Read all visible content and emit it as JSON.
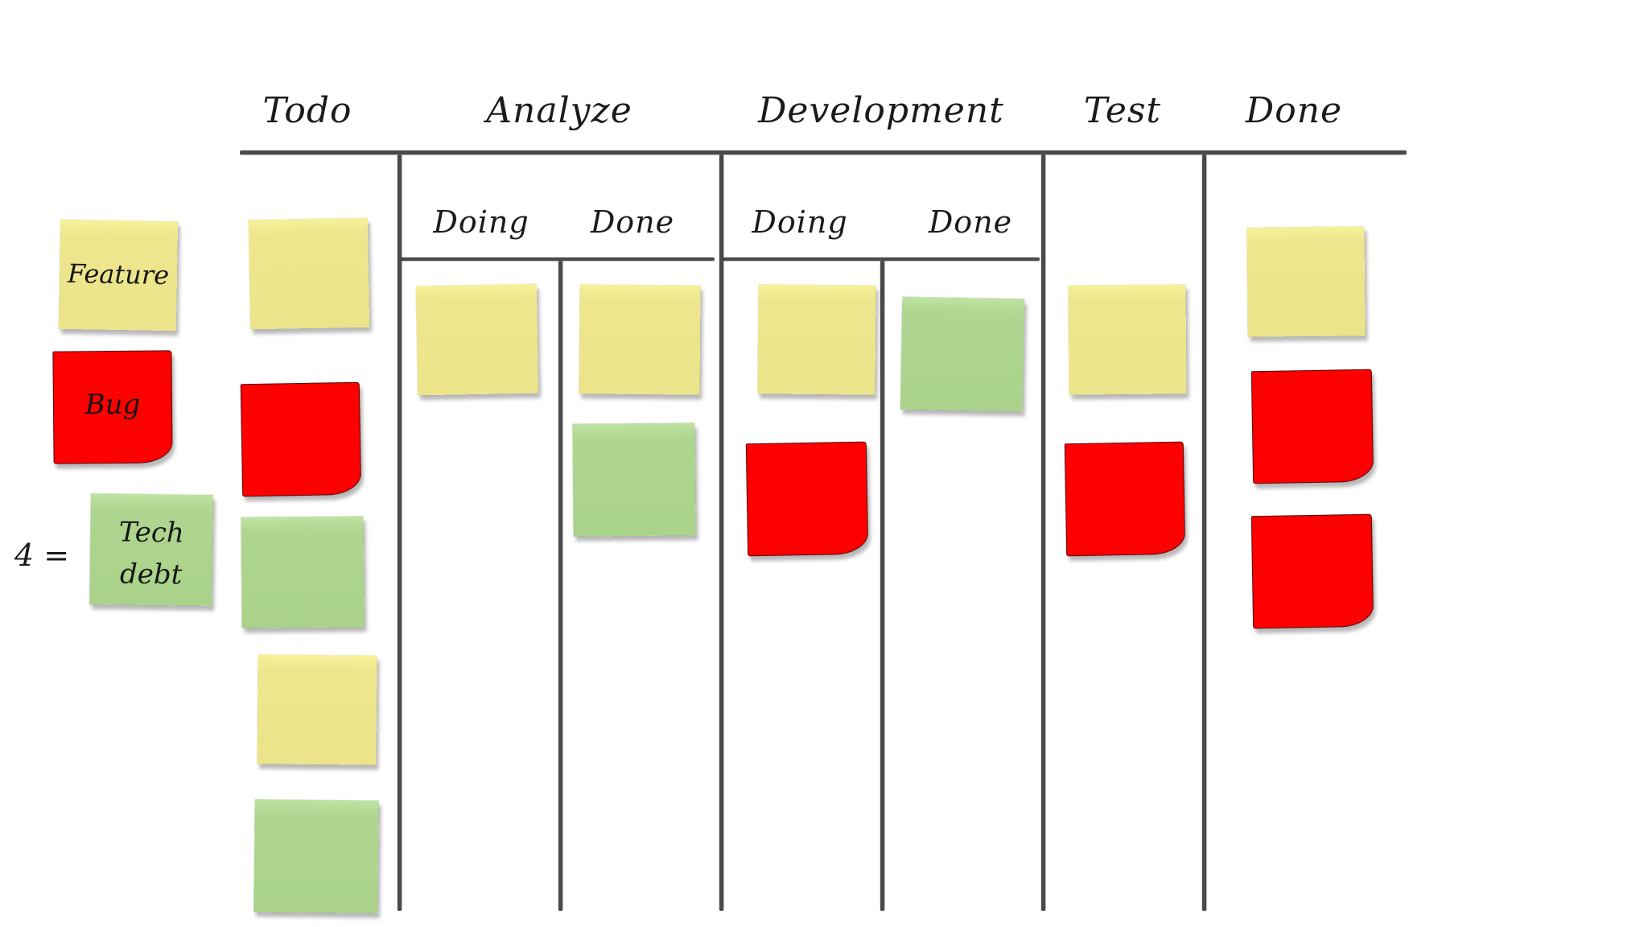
{
  "columns": {
    "todo": "Todo",
    "analyze": "Analyze",
    "development": "Development",
    "test": "Test",
    "done": "Done"
  },
  "subcolumns": {
    "analyze_doing": "Doing",
    "analyze_done": "Done",
    "development_doing": "Doing",
    "development_done": "Done"
  },
  "legend": {
    "feature": "Feature",
    "bug": "Bug",
    "tech_debt_line1": "Tech",
    "tech_debt_line2": "debt",
    "equation": "4 ="
  },
  "card_types": {
    "feature": "yellow",
    "bug": "red",
    "tech_debt": "green"
  },
  "colors": {
    "feature": "#ece48a",
    "bug": "#fd0000",
    "tech_debt": "#a9d28a",
    "lines": "#4a4a4a"
  },
  "cards": {
    "todo": [
      "feature",
      "bug",
      "tech_debt",
      "feature",
      "tech_debt"
    ],
    "analyze_doing": [
      "feature"
    ],
    "analyze_done": [
      "feature",
      "tech_debt"
    ],
    "development_doing": [
      "feature",
      "bug"
    ],
    "development_done": [
      "tech_debt"
    ],
    "test": [
      "feature",
      "bug"
    ],
    "done": [
      "feature",
      "bug",
      "bug"
    ]
  }
}
